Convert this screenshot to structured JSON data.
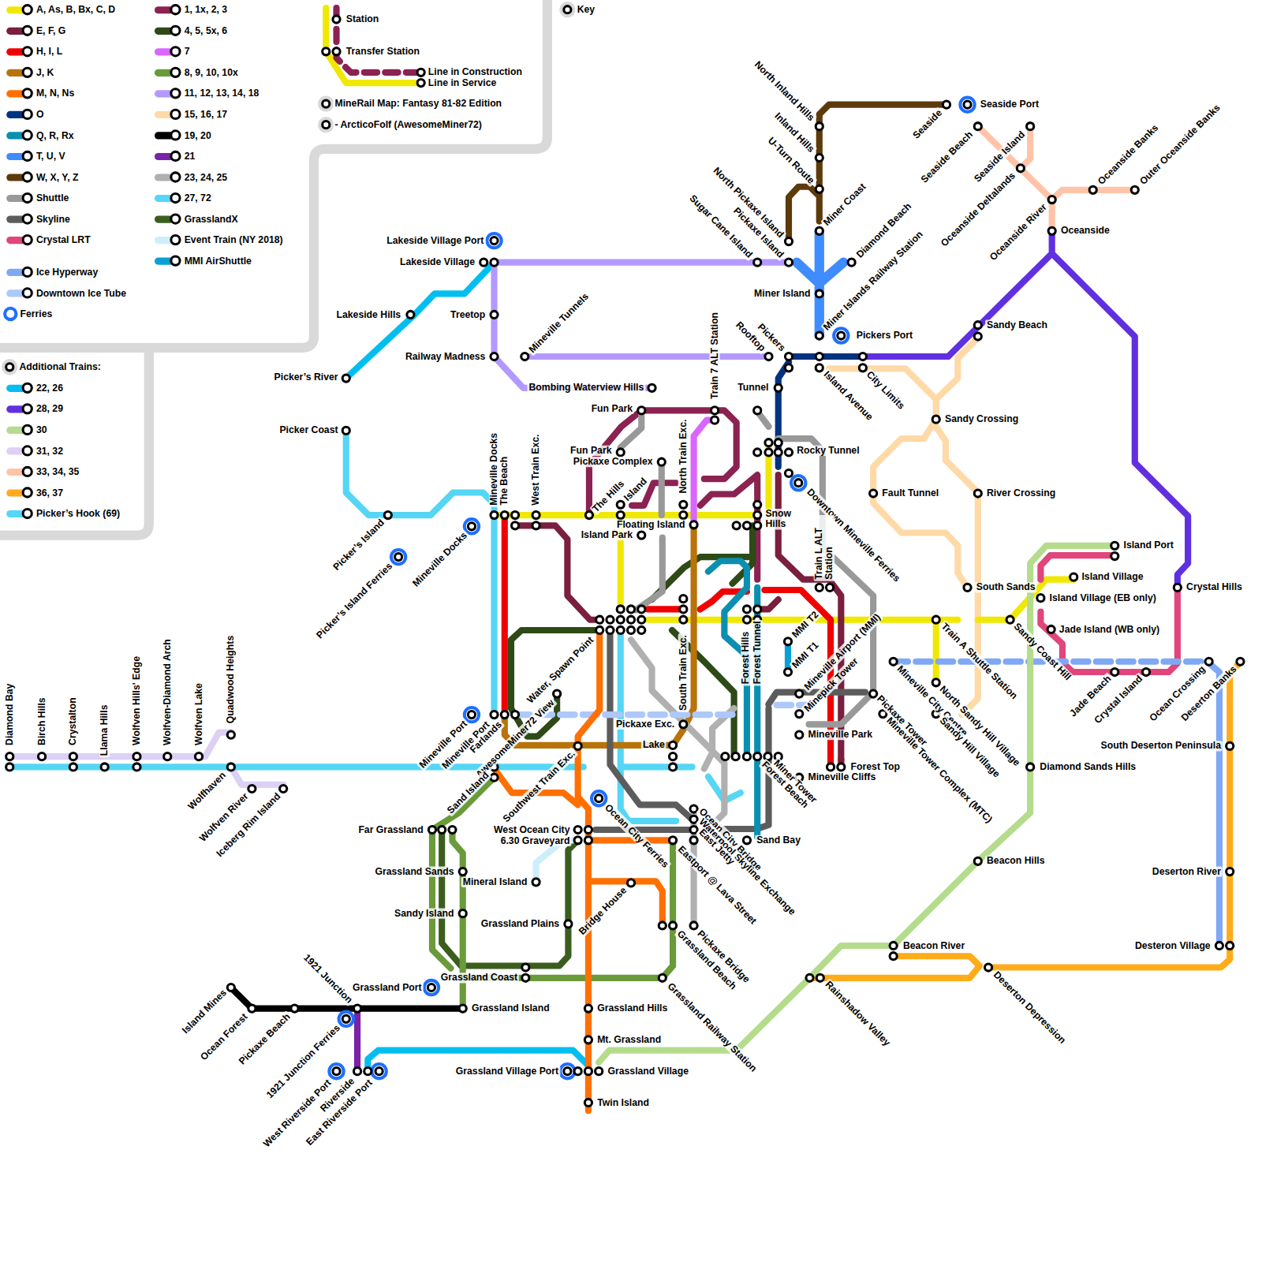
{
  "diagram": {
    "title": "MineRail Map: Fantasy 81-82 Edition",
    "labels": [
      "Key",
      "Station",
      "Transfer Station",
      "Line in Construction",
      "Line in Service",
      "- ArcticoFolf (AwesomeMiner72)",
      "Additional Trains:",
      "Diamond Bay",
      "Birch Hills",
      "Crystalton",
      "Llama Hills",
      "Wolfven Hills' Edge",
      "Wolfven-Diamond Arch",
      "Wolfven Lake",
      "Quadwood Heights",
      "Wolfhaven",
      "Wolfven River",
      "Iceberg Rim Island",
      "Picker’s River",
      "Picker Coast",
      "Lakeside Hills",
      "Picker’s Island",
      "Picker’s Island Ferries",
      "Mineville Docks",
      "Lakeside Village Port",
      "Lakeside Village",
      "Treetop",
      "Railway Madness",
      "Mineville Tunnels",
      "Bombing Waterview Hills",
      "Mineville Docks",
      "The Beach",
      "West Train Exc.",
      "Fun Park",
      "Fun Park",
      "Pickaxe Complex",
      "The Hills",
      "Island",
      "Floating Island",
      "Island Park",
      "North Train Exc.",
      "Train 7 ALT Station",
      "Tunnel",
      "Rooftop",
      "Pickers",
      "Island Avenue",
      "City Limits",
      "Pickers Port",
      "Rocky Tunnel",
      "Downtown Mineville Ferries",
      "Snow Hills",
      "Train L ALT Station",
      "Forest Hills",
      "Forest Tunnel",
      "MMI T2",
      "MMI T1",
      "Mineville Airport (MMI)",
      "Minepick Tower",
      "Mineville Park",
      "Mineville Cliffs",
      "Forest Top",
      "Forest Beach",
      "Miner Tower",
      "Sand Bay",
      "Pickaxe Tower",
      "Mineville Tower Complex (MTC)",
      "Mineville City Centre",
      "North Sandy Hill Village",
      "Sandy Hill Village",
      "Train A Shuttle Station",
      "Sandy Coast Hill",
      "South Sands",
      "Island Village",
      "Island Village (EB only)",
      "Jade Island (WB only)",
      "Island Port",
      "Crystal Hills",
      "Jade Beach",
      "Crystal Island",
      "Ocean Crossing",
      "Deserton Banks",
      "South Deserton Peninsula",
      "Deserton River",
      "Desteron Village",
      "Diamond Sands Hills",
      "Beacon Hills",
      "Beacon River",
      "Rainshadow Valley",
      "Deserton Depression",
      "Fault Tunnel",
      "River Crossing",
      "Sandy Crossing",
      "Sandy Beach",
      "Oceanside",
      "Oceanside River",
      "Oceanside Deltalands",
      "Seaside Beach",
      "Seaside Island",
      "Oceanside Banks",
      "Outer Oceanside Banks",
      "Seaside Port",
      "Seaside",
      "North Inland Hills",
      "Inland Hills",
      "U-Turn Route",
      "Miner Coast",
      "Diamond Beach",
      "Miner Islands Railway Station",
      "North Pickaxe Island",
      "Pickaxe Island",
      "Sugar Cane Island",
      "Miner Island",
      "Water, Spawn Point",
      "Mineville Port",
      "Mineville Port",
      "Farlands",
      "AwesomeMiner72 View",
      "Sand Island",
      "Southwest Train Exc.",
      "Pickaxe Exc.",
      "Lake",
      "South Train Exc.",
      "Far Grassland",
      "West Ocean City",
      "6.30 Graveyard",
      "Ocean City Ferries",
      "Ocean City Bridge",
      "Waterpool Skyline Exchange",
      "East Jetty",
      "Eastport @ Lava Street",
      "Grassland Sands",
      "Mineral Island",
      "Sandy Island",
      "Grassland Plains",
      "Bridge House",
      "Grassland Beach",
      "Pickaxe Bridge",
      "Grassland Coast",
      "Grassland Port",
      "Grassland Island",
      "Grassland Railway Station",
      "Grassland Hills",
      "Mt. Grassland",
      "Grassland Village Port",
      "Grassland Village",
      "Twin Island",
      "1921 Junction",
      "1921 Junction Ferries",
      "Island Mines",
      "Ocean Forest",
      "Pickaxe Beach",
      "West Riverside Port",
      "Riverside",
      "East Riverside Port"
    ],
    "legend": [
      {
        "text": "A, As, B, Bx, C, D",
        "color": "#f0e800"
      },
      {
        "text": "E, F, G",
        "color": "#7a1f3d"
      },
      {
        "text": "H, I, L",
        "color": "#f00000"
      },
      {
        "text": "J, K",
        "color": "#b8730a"
      },
      {
        "text": "M, N, Ns",
        "color": "#ff7000"
      },
      {
        "text": "O",
        "color": "#003380"
      },
      {
        "text": "Q, R, Rx",
        "color": "#0a8fb0"
      },
      {
        "text": "T, U, V",
        "color": "#3f8cff"
      },
      {
        "text": "W, X, Y, Z",
        "color": "#5c3a0a"
      },
      {
        "text": "Shuttle",
        "color": "#999999"
      },
      {
        "text": "Skyline",
        "color": "#5c5c5c"
      },
      {
        "text": "Crystal LRT",
        "color": "#e0457b"
      },
      {
        "text": "Ice Hyperway",
        "color": "#7fa8f5"
      },
      {
        "text": "Downtown Ice Tube",
        "color": "#adc8fa"
      },
      {
        "text": "Ferries",
        "color": "#1e6fff"
      },
      {
        "text": "1, 1x, 2, 3",
        "color": "#8b2252"
      },
      {
        "text": "4, 5, 5x, 6",
        "color": "#2d4a17"
      },
      {
        "text": "7",
        "color": "#d966ff"
      },
      {
        "text": "8, 9, 10, 10x",
        "color": "#6a9a3a"
      },
      {
        "text": "11, 12, 13, 14, 18",
        "color": "#b399ff"
      },
      {
        "text": "15, 16, 17",
        "color": "#ffd9a6"
      },
      {
        "text": "19, 20",
        "color": "#000000"
      },
      {
        "text": "21",
        "color": "#7a22a8"
      },
      {
        "text": "23, 24, 25",
        "color": "#b0b0b0"
      },
      {
        "text": "27, 72",
        "color": "#55d6f5"
      },
      {
        "text": "GrasslandX",
        "color": "#3b5e1f"
      },
      {
        "text": "Event Train (NY 2018)",
        "color": "#cdeefa"
      },
      {
        "text": "MMI AirShuttle",
        "color": "#0aa0d6"
      },
      {
        "text": "22, 26",
        "color": "#00bff0"
      },
      {
        "text": "28, 29",
        "color": "#6030e0"
      },
      {
        "text": "30",
        "color": "#b4dc8c"
      },
      {
        "text": "31, 32",
        "color": "#dcd0f5"
      },
      {
        "text": "33, 34, 35",
        "color": "#ffc4a8"
      },
      {
        "text": "36, 37",
        "color": "#ffab1a"
      },
      {
        "text": "Picker’s Hook (69)",
        "color": "#55d6f5"
      }
    ]
  }
}
